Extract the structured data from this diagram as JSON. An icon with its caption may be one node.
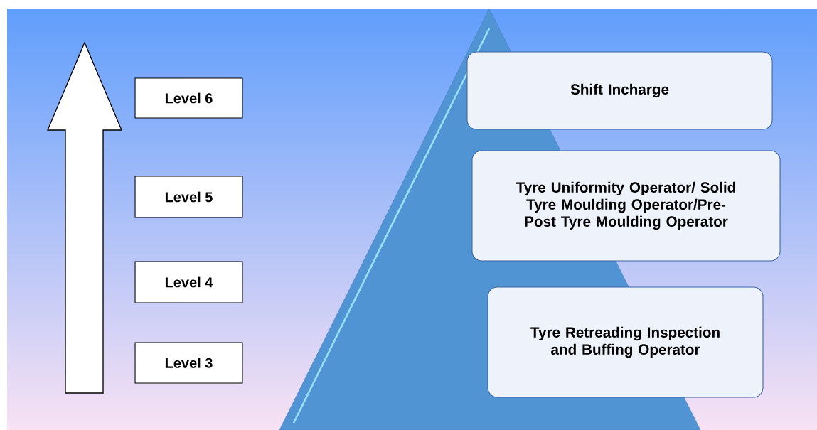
{
  "diagram": {
    "nodes": [
      {
        "text": [
          "Level 6"
        ]
      },
      {
        "text": [
          "Level 5"
        ]
      },
      {
        "text": [
          "Level 4"
        ]
      },
      {
        "text": [
          "Level 3"
        ]
      },
      {
        "text": [
          "Shift Incharge"
        ]
      },
      {
        "text": [
          "Tyre Uniformity Operator/ Solid Tyre Moulding Operator/Pre-Post Tyre Moulding Operator"
        ]
      },
      {
        "text": [
          "Tyre Retreading Inspection and Buffing Operator"
        ]
      }
    ]
  }
}
